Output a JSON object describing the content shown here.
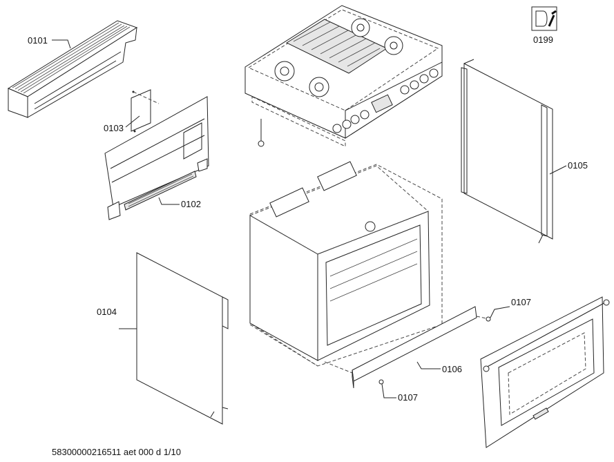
{
  "parts": [
    {
      "id": "p0101",
      "label": "0101",
      "name": "rear-trim-panel"
    },
    {
      "id": "p0102",
      "label": "0102",
      "name": "rear-panel"
    },
    {
      "id": "p0103",
      "label": "0103",
      "name": "rear-panel-cover-plate"
    },
    {
      "id": "p0104",
      "label": "0104",
      "name": "left-side-panel"
    },
    {
      "id": "p0105",
      "label": "0105",
      "name": "right-side-panel"
    },
    {
      "id": "p0106",
      "label": "0106",
      "name": "kick-panel"
    },
    {
      "id": "p0107a",
      "label": "0107",
      "name": "screw-upper"
    },
    {
      "id": "p0107b",
      "label": "0107",
      "name": "screw-lower"
    },
    {
      "id": "p0199",
      "label": "0199",
      "name": "service-tool-icon"
    }
  ],
  "icons": {
    "service": "wrench-service-icon"
  },
  "footer": {
    "document_code": "58300000216511 aet 000 d 1/10"
  }
}
